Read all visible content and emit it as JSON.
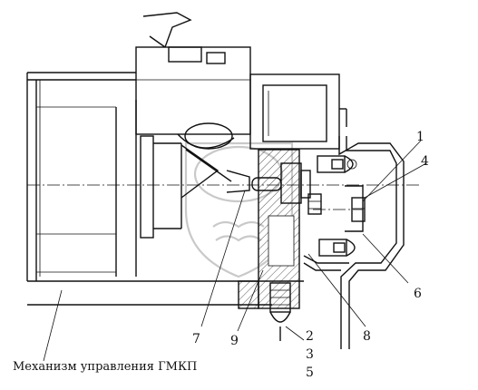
{
  "caption": "Механизм управления ГМКП",
  "callouts": [
    "1",
    "2",
    "3",
    "4",
    "5",
    "6",
    "7",
    "8",
    "9"
  ]
}
